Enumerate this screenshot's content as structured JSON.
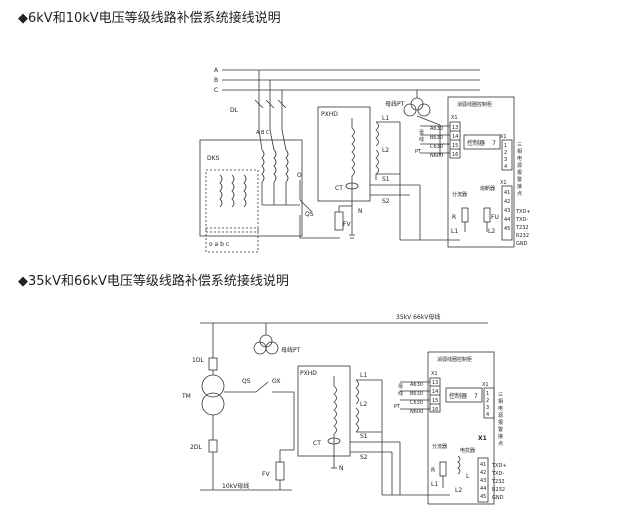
{
  "titles": {
    "section1": "◆6kV和10kV电压等级线路补偿系统接线说明",
    "section2": "◆35kV和66kV电压等级线路补偿系统接线说明"
  },
  "d1": {
    "phases": [
      "A",
      "B",
      "C"
    ],
    "dl": "DL",
    "abc": "A B C",
    "dks": "DKS",
    "o": "O",
    "qs": "QS",
    "fv": "FV",
    "n": "N",
    "oabc": "o a b c",
    "pxhd": "PXHD",
    "ct": "CT",
    "l1": "L1",
    "l2": "L2",
    "s1": "S1",
    "s2": "S2",
    "bus_pt": "母线PT",
    "cabinet": "消弧线圈控制柜",
    "x1": "X1",
    "mux_label": "母线PT",
    "term_in": [
      "A630",
      "B630",
      "C630",
      "N600"
    ],
    "term_nums": [
      "13",
      "14",
      "15",
      "16"
    ],
    "controller": "控制器",
    "seven": "7",
    "right_nums": [
      "1",
      "2",
      "3",
      "4"
    ],
    "alarm": "三相电源报警接点",
    "x1b": "X1",
    "comm": [
      "TXD+",
      "TXD-",
      "T232",
      "R232",
      "GND"
    ],
    "comm_nums": [
      "41",
      "42",
      "43",
      "44",
      "45"
    ],
    "shunt": "分流器",
    "breaker": "熔断器",
    "r": "R",
    "fu": "FU",
    "l1b": "L1",
    "l2b": "L2"
  },
  "d2": {
    "bus": "35kV  66kV母线",
    "dl1": "1DL",
    "dl2": "2DL",
    "tm": "TM",
    "bus10": "10kV母线",
    "qs": "QS",
    "ox": "OX",
    "fv": "FV",
    "n": "N",
    "bus_pt": "母线PT",
    "pxhd": "PXHD",
    "ct": "CT",
    "l1": "L1",
    "l2": "L2",
    "s1": "S1",
    "s2": "S2",
    "cabinet": "消弧线圈控制柜",
    "x1": "X1",
    "mux_label": "母线PT",
    "term_in": [
      "A630",
      "B630",
      "C630",
      "N600"
    ],
    "term_nums": [
      "13",
      "14",
      "15",
      "16"
    ],
    "controller": "控制器",
    "seven": "7",
    "right_nums": [
      "1",
      "2",
      "3",
      "4"
    ],
    "alarm": "三相电源报警接点",
    "x1b": "X1",
    "comm": [
      "TXD+",
      "TXD-",
      "T232",
      "R232",
      "GND"
    ],
    "comm_nums": [
      "41",
      "42",
      "43",
      "44",
      "45"
    ],
    "shunt": "分流器",
    "reactor": "电抗器",
    "r": "R",
    "l": "L",
    "l1b": "L1",
    "l2b": "L2"
  }
}
